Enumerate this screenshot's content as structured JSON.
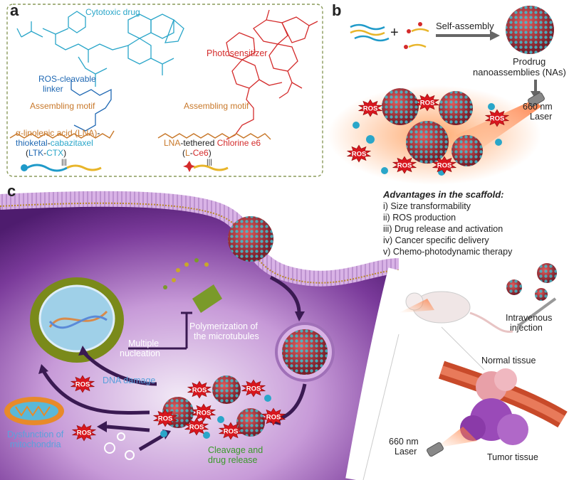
{
  "panels": {
    "a": "a",
    "b": "b",
    "c": "c"
  },
  "panel_a": {
    "cytotoxic_drug": "Cytotoxic drug",
    "ros_cleavable": "ROS-cleavable",
    "linker": "linker",
    "assembling_motif_1": "Assembling motif",
    "lna_line1_a": "α-linolenic acid (LNA)",
    "lna_line1_b": "-",
    "lna_line2_a": "thioketal",
    "lna_line2_b": "-",
    "lna_line2_c": "cabazitaxel",
    "ltk_open": "(",
    "ltk_a": "LTK",
    "ltk_dash": "-",
    "ltk_b": "CTX",
    "ltk_close": ")",
    "equiv_1": "|||",
    "photosensitizer": "Photosensitizer",
    "assembling_motif_2": "Assembling motif",
    "lce6_line1_a": "LNA",
    "lce6_line1_b": "-tethered ",
    "lce6_line1_c": "Chlorine e6",
    "lce6_open": "(",
    "lce6_a": "L",
    "lce6_dash": "-",
    "lce6_b": "Ce6",
    "lce6_close": ")",
    "equiv_2": "|||"
  },
  "panel_b": {
    "plus": "+",
    "self_assembly": "Self-assembly",
    "prodrug": "Prodrug",
    "nanoassemblies": "nanoassemblies (NAs)",
    "laser_nm": "660 nm",
    "laser": "Laser",
    "ros": "ROS"
  },
  "advantages": {
    "title": "Advantages in the scaffold:",
    "items": [
      "i) Size transformability",
      "ii) ROS production",
      "iii) Drug release and activation",
      "iv) Cancer specific delivery",
      "v) Chemo-photodynamic therapy"
    ]
  },
  "panel_c": {
    "polymerization_1": "Polymerization of",
    "polymerization_2": "the microtubules",
    "multiple_1": "Multiple",
    "multiple_2": "nucleation",
    "dna_damage": "DNA damage",
    "dysfunction_1": "Dysfunction of",
    "dysfunction_2": "mitochondria",
    "cleavage_1": "Cleavage and",
    "cleavage_2": "drug release",
    "ros": "ROS"
  },
  "mouse": {
    "intravenous_1": "Intravenous",
    "intravenous_2": "injection",
    "normal_tissue": "Normal tissue",
    "tumor_tissue": "Tumor tissue",
    "laser_nm": "660 nm",
    "laser": "Laser"
  },
  "colors": {
    "orange": "#c8782a",
    "cyan": "#2aa6c9",
    "blue": "#1f68b3",
    "red": "#d42b2b",
    "green": "#3a9a2a",
    "purple": "#6a2a8a"
  }
}
